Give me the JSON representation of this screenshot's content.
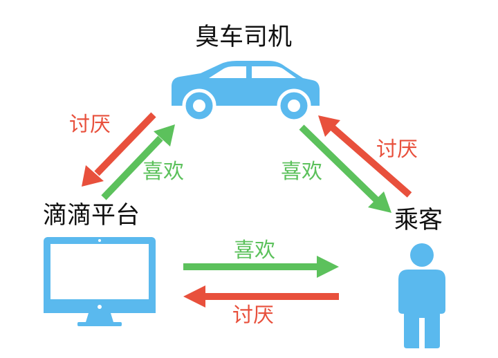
{
  "nodes": {
    "driver": {
      "label": "臭车司机",
      "icon": "car-icon"
    },
    "platform": {
      "label": "滴滴平台",
      "icon": "monitor-icon"
    },
    "rider": {
      "label": "乘客",
      "icon": "person-icon"
    }
  },
  "relations": {
    "driver_to_platform": {
      "label": "讨厌",
      "color": "#e8503c"
    },
    "platform_to_driver": {
      "label": "喜欢",
      "color": "#5cc15c"
    },
    "driver_to_rider": {
      "label": "喜欢",
      "color": "#5cc15c"
    },
    "rider_to_driver": {
      "label": "讨厌",
      "color": "#e8503c"
    },
    "platform_to_rider": {
      "label": "喜欢",
      "color": "#5cc15c"
    },
    "rider_to_platform": {
      "label": "讨厌",
      "color": "#e8503c"
    }
  },
  "colors": {
    "icon_blue": "#5ab9ee",
    "like": "#5cc15c",
    "dislike": "#e8503c"
  }
}
